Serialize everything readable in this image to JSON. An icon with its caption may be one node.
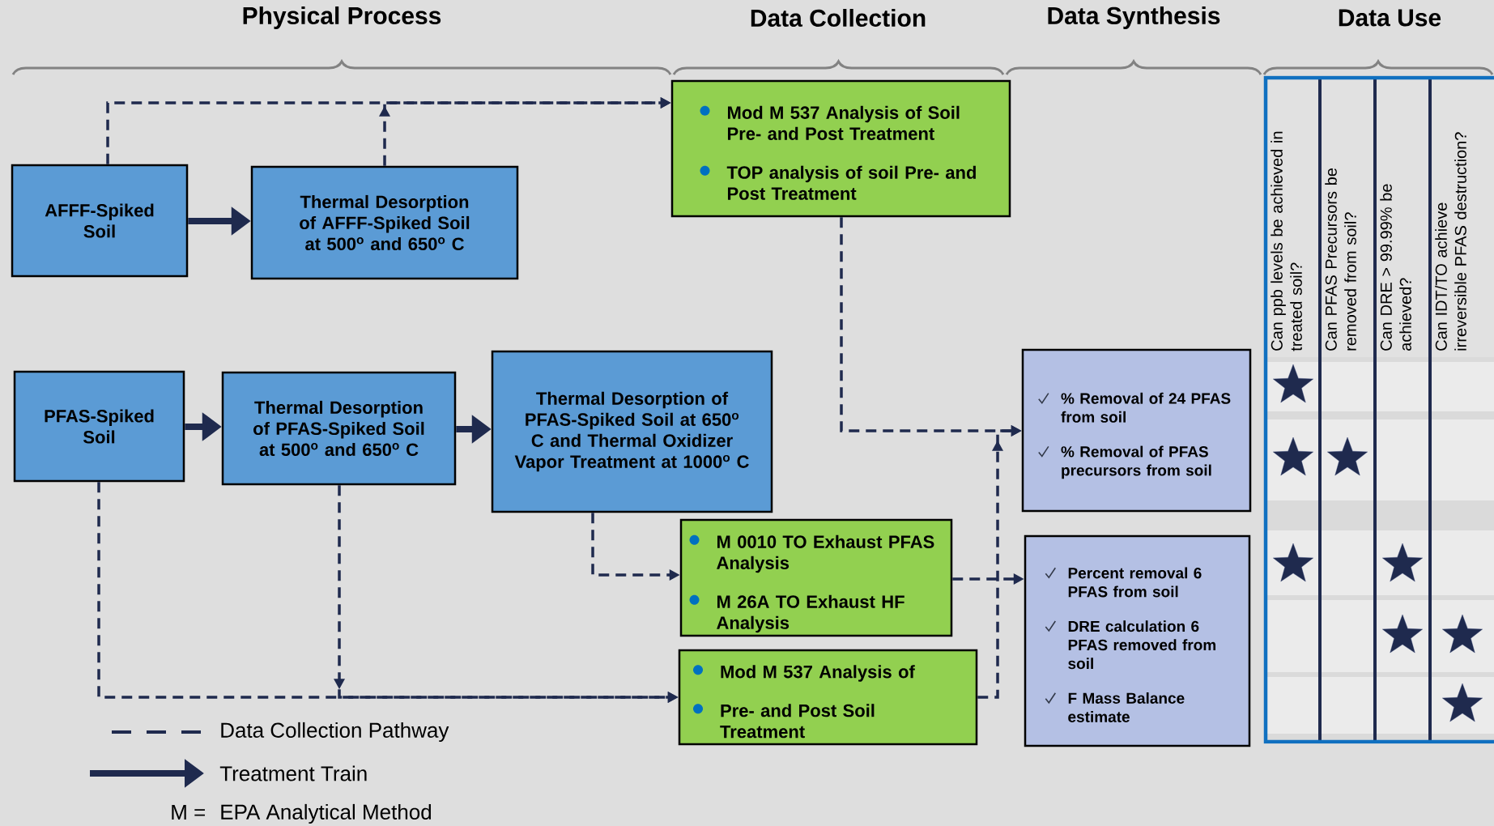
{
  "diagram": {
    "nodes": [
      {
        "text": [
          "AFFF-Spiked Soil"
        ]
      },
      {
        "text": [
          "Thermal Desorption of AFFF-Spiked Soil at 500$^{o}$ and 650$^{o}$ C"
        ]
      },
      {
        "text": [
          "Mod M 537 Analysis of Soil Pre- and Post Treatment",
          "TOP analysis of soil Pre- and Post Treatment"
        ]
      },
      {
        "text": [
          "PFAS-Spiked Soil"
        ]
      },
      {
        "text": [
          "Thermal Desorption of PFAS-Spiked Soil at 500$^{o}$ and 650$^{o}$ C"
        ]
      },
      {
        "text": [
          "Thermal Desorption of PFAS-Spiked Soil at 650$^{o}$ C and Thermal Oxidizer Vapor Treatment at 1000$^{o}$ C"
        ]
      },
      {
        "text": [
          "% Removal of 24  PFAS from soil",
          "% Removal of PFAS precursors from soil"
        ]
      },
      {
        "text": [
          "M 0010 TO Exhaust PFAS Analysis",
          "M 26A TO Exhaust HF Analysis"
        ]
      },
      {
        "text": [
          "Percent removal 6 PFAS from soil",
          "DRE calculation 6 PFAS removed from soil",
          "F Mass Balance estimate"
        ]
      },
      {
        "text": [
          "Mod M 537 Analysis of",
          "Pre- and Post Soil Treatment"
        ]
      }
    ],
    "edges": [
      {
        "from": 0,
        "to": 1,
        "arrow": "to",
        "style": "thick"
      },
      {
        "from": 3,
        "to": 4,
        "arrow": "to",
        "style": "thick"
      },
      {
        "from": 4,
        "to": 5,
        "arrow": "to",
        "style": "thick"
      },
      {
        "from": 0,
        "to": 2,
        "arrow": "to",
        "style": "dashed"
      },
      {
        "from": 1,
        "to": 2,
        "arrow": "to",
        "style": "dashed"
      },
      {
        "from": 2,
        "to": 6,
        "arrow": "to",
        "style": "dashed"
      },
      {
        "from": 5,
        "to": 7,
        "arrow": "to",
        "style": "dashed"
      },
      {
        "from": 3,
        "to": 9,
        "arrow": "to",
        "style": "dashed"
      },
      {
        "from": 4,
        "to": 9,
        "arrow": "to",
        "style": "dashed"
      },
      {
        "from": 7,
        "to": 8,
        "arrow": "to",
        "style": "dashed"
      },
      {
        "from": 9,
        "to": 6,
        "arrow": "to",
        "style": "dashed"
      }
    ],
    "labels": [
      "Physical Process",
      "Data Collection",
      "Data Synthesis",
      "Data Use",
      "Can ppb levels be achieved in treated soil?",
      "Can PFAS Precursors be removed from soil?",
      "Can DRE > 99.99% be achieved?",
      "Can IDT/TO achieve irreversible PFAS destruction?",
      "M =",
      "EPA Analytical Method"
    ],
    "legend": [
      {
        "text": "Data Collection Pathway"
      },
      {
        "text": "Treatment Train"
      }
    ]
  }
}
